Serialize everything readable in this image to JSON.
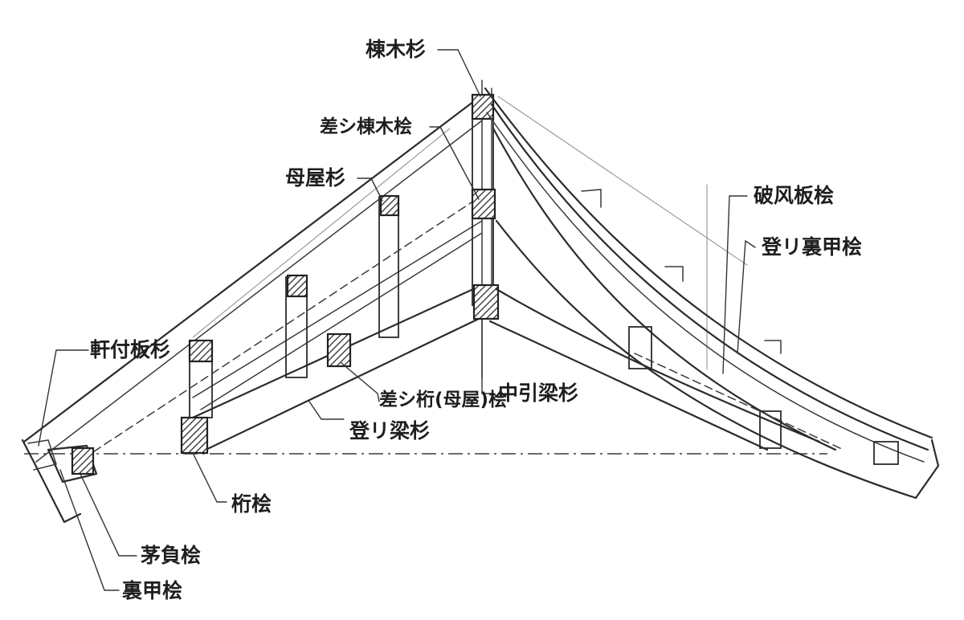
{
  "labels": {
    "munagi": "棟木杉",
    "sashi_munagi": "差シ棟木桧",
    "moya": "母屋杉",
    "hafuita": "破风板桧",
    "nobori_uragou": "登リ裏甲桧",
    "nokizuke_ita": "軒付板杉",
    "sashi_keta": "差シ桁(母屋)桧",
    "nakabiki_hari": "中引梁杉",
    "nobori_hari": "登リ梁杉",
    "keta": "桁桧",
    "kayaoi": "茅負桧",
    "uragou": "裏甲桧"
  }
}
